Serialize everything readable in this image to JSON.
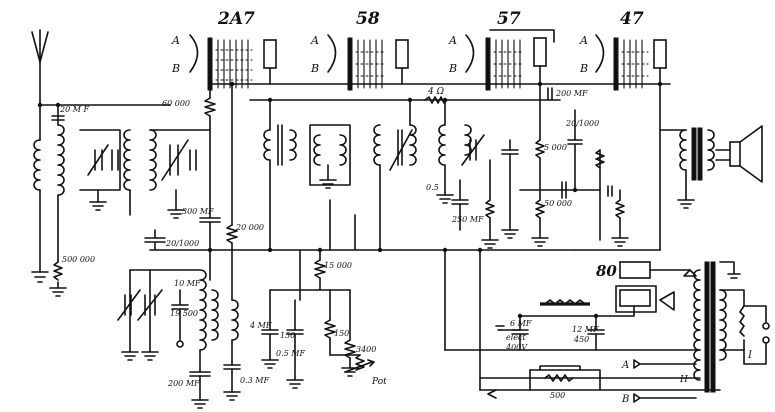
{
  "tubes": [
    {
      "label": "2A7"
    },
    {
      "label": "58"
    },
    {
      "label": "57"
    },
    {
      "label": "47"
    }
  ],
  "rectifier_label": "80",
  "filament_labels": [
    "A",
    "B"
  ],
  "component_labels": {
    "c_20mf": "20 M F",
    "r_60000": "60 000",
    "r_4ohm": "4 Ω",
    "c_200mf": "200 MF",
    "r_5000": "5 000",
    "r_50000": "50 000",
    "c_05": "0.5",
    "c_250mf": "250 MF",
    "c_20_1000": "20/1000",
    "r_20000": "20 000",
    "r_500000": "500 000",
    "c_300mf": "300 MF",
    "c_20_1000b": "20/1000",
    "c_10mf": "10 MF",
    "r_19500": "19 500",
    "r_15000": "15 000",
    "c_4mf": "4 MF",
    "r_150a": "150",
    "r_150b": "150",
    "c_05mf": "0.5 MF",
    "r_3400": "3400",
    "pot": "Pot",
    "c_03mf": "0.3 MF",
    "c_200mf_b": "200 MF",
    "c_6mf": "6 MF",
    "elect": "elect",
    "v400": "400V",
    "c_12mf": "12 MF",
    "v450": "450",
    "r_500": "500",
    "tap_h": "H",
    "tap_a": "A",
    "tap_b": "B",
    "symbol_i": "I"
  }
}
